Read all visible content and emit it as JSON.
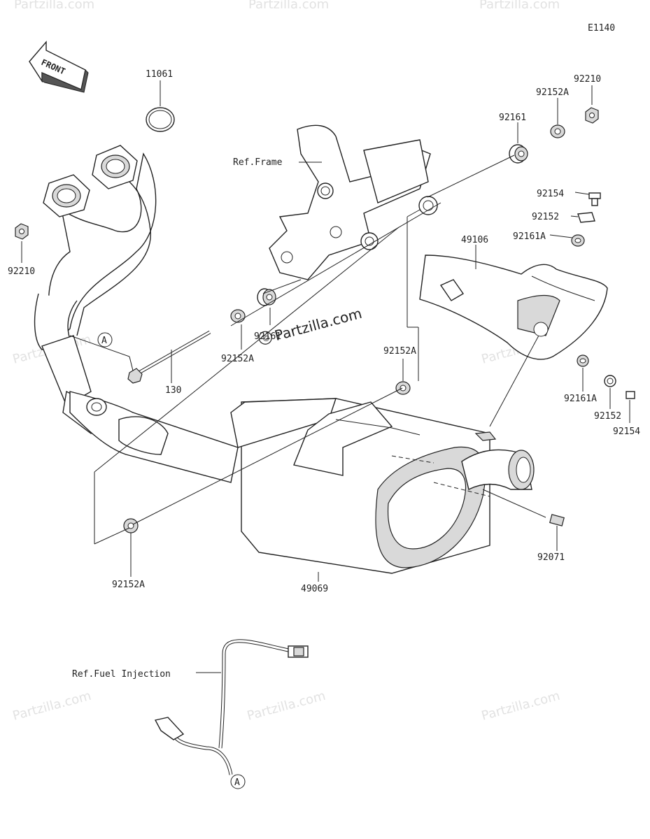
{
  "diagram_code": "E1140",
  "front_label": "FRONT",
  "watermark": "Partzilla.com",
  "watermark_symbol": "©",
  "labels": {
    "p11061": "11061",
    "p92210_left": "92210",
    "p92210_right": "92210",
    "p92152A_top": "92152A",
    "p92161_top": "92161",
    "ref_frame": "Ref.Frame",
    "p92154_top": "92154",
    "p92152_top": "92152",
    "p92161A_top": "92161A",
    "p49106": "49106",
    "p92161_mid": "92161",
    "p92152A_mid": "92152A",
    "p130": "130",
    "p92152A_right": "92152A",
    "p92161A_bottom": "92161A",
    "p92152_bottom": "92152",
    "p92154_bottom": "92154",
    "p92071": "92071",
    "p92152A_bottom": "92152A",
    "p49069": "49069",
    "ref_fuel_injection": "Ref.Fuel Injection",
    "callout_a": "A"
  }
}
